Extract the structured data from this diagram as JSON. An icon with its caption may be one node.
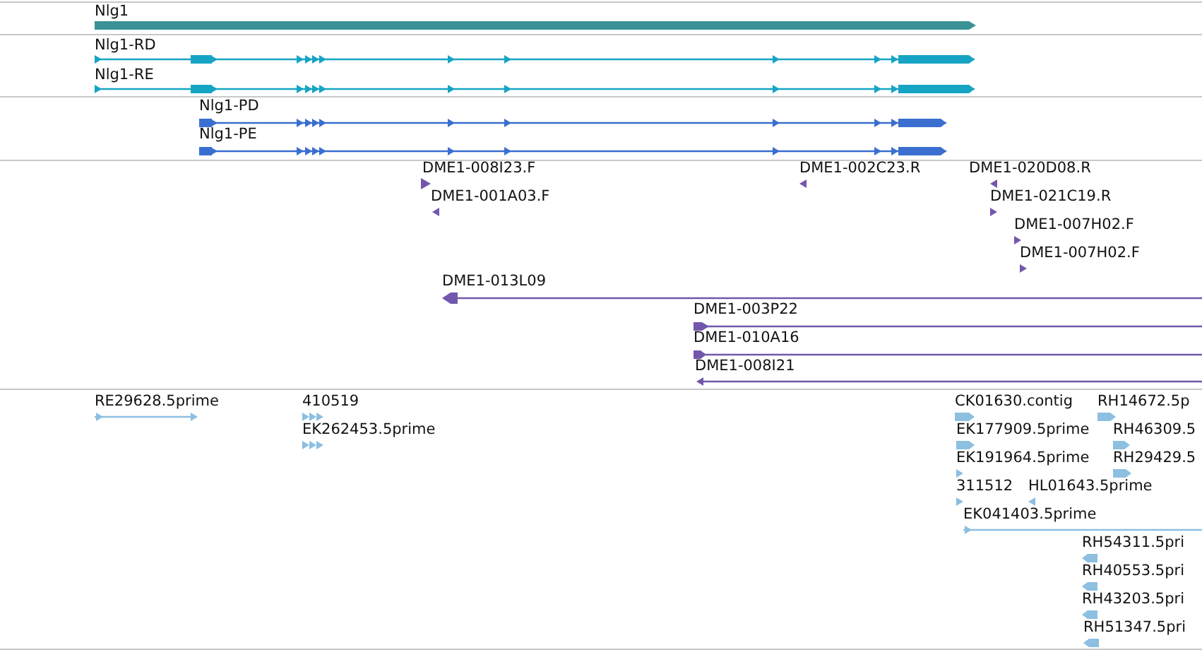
{
  "diagram": {
    "labels": [
      "Nlg1",
      "Nlg1-RD",
      "Nlg1-RE",
      "Nlg1-PD",
      "Nlg1-PE",
      "DME1-008I23.F",
      "DME1-002C23.R",
      "DME1-020D08.R",
      "DME1-001A03.F",
      "DME1-021C19.R",
      "DME1-007H02.F",
      "DME1-007H02.F",
      "DME1-013L09",
      "DME1-003P22",
      "DME1-010A16",
      "DME1-008I21",
      "RE29628.5prime",
      "410519",
      "CK01630.contig",
      "RH14672.5p",
      "EK262453.5prime",
      "EK177909.5prime",
      "RH46309.5",
      "EK191964.5prime",
      "RH29429.5",
      "311512",
      "HL01643.5prime",
      "EK041403.5prime",
      "RH54311.5pri",
      "RH40553.5pri",
      "RH43203.5pri",
      "RH51347.5pri"
    ]
  }
}
